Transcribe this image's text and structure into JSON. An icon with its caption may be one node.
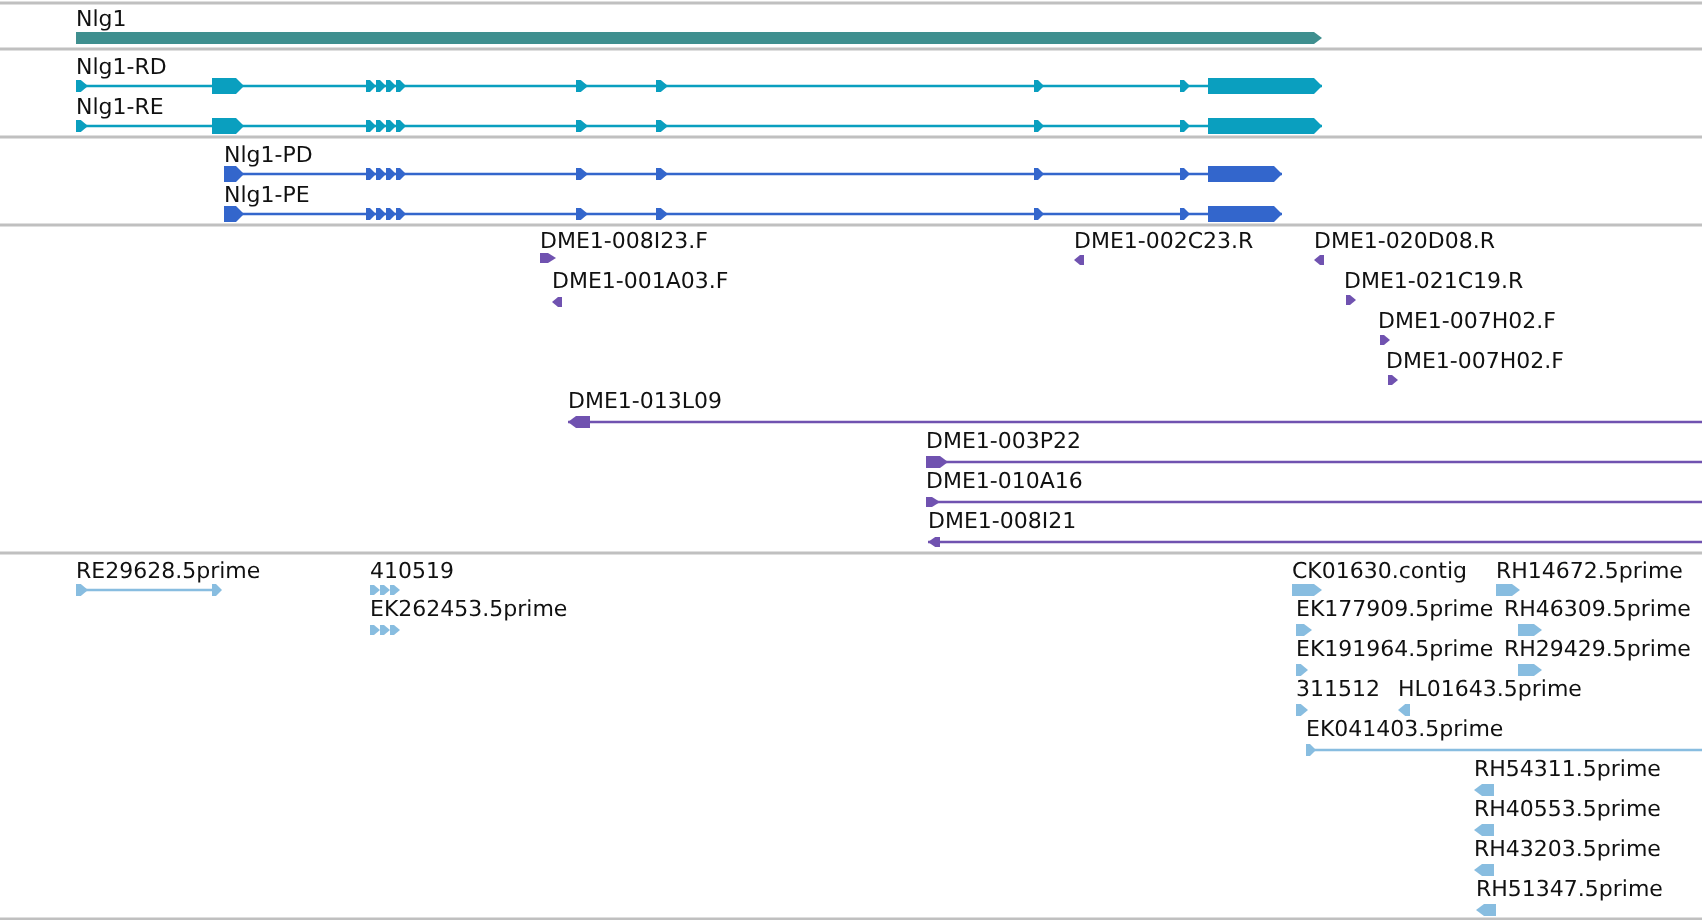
{
  "diagram": {
    "labels": [
      "Nlg1",
      "Nlg1-RD",
      "Nlg1-RE",
      "Nlg1-PD",
      "Nlg1-PE",
      "DME1-008I23.F",
      "DME1-001A03.F",
      "DME1-002C23.R",
      "DME1-020D08.R",
      "DME1-021C19.R",
      "DME1-007H02.F",
      "DME1-007H02.F",
      "DME1-013L09",
      "DME1-003P22",
      "DME1-010A16",
      "DME1-008I21",
      "RE29628.5prime",
      "410519",
      "EK262453.5prime",
      "CK01630.contig",
      "RH14672.5prime",
      "EK177909.5prime",
      "RH46309.5prime",
      "EK191964.5prime",
      "RH29429.5prime",
      "311512",
      "HL01643.5prime",
      "EK041403.5prime",
      "RH54311.5prime",
      "RH40553.5prime",
      "RH43203.5prime",
      "RH51347.5prime"
    ]
  }
}
